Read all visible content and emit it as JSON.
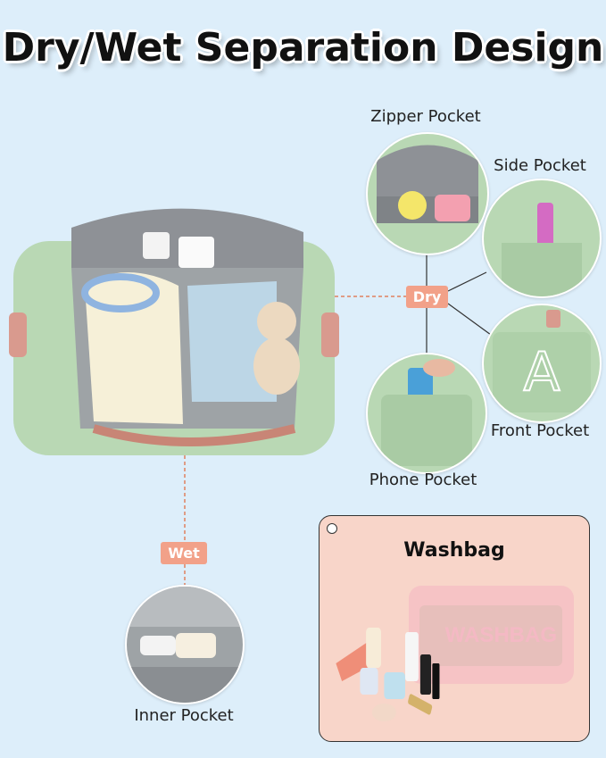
{
  "title": "Dry/Wet Separation Design",
  "badges": {
    "dry": "Dry",
    "wet": "Wet"
  },
  "pockets": {
    "zipper": "Zipper Pocket",
    "side": "Side Pocket",
    "front": "Front Pocket",
    "phone": "Phone Pocket",
    "inner": "Inner Pocket"
  },
  "washbag": {
    "title": "Washbag",
    "print": "WASHBAG"
  },
  "front_logo": "A",
  "colors": {
    "background": "#ddeefa",
    "badge": "#f2a189",
    "bag_green": "#b9d8b4",
    "bag_gray": "#8e9196",
    "washbag_card": "#f8d5c9"
  }
}
